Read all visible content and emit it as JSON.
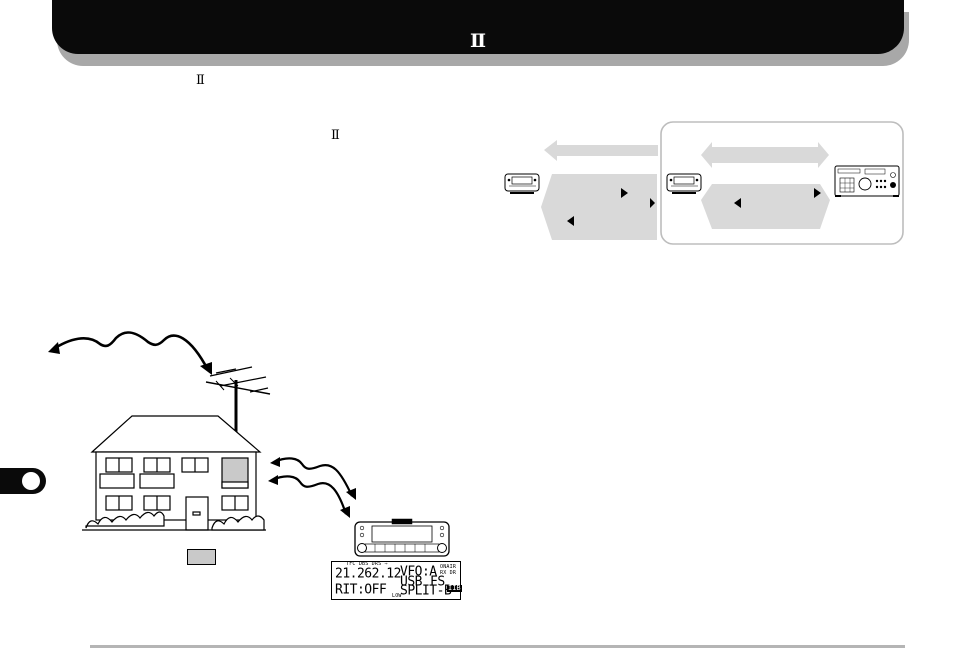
{
  "header": {
    "title": "Ⅱ"
  },
  "body_markers": {
    "marker_1": "Ⅱ",
    "marker_2": "Ⅱ"
  },
  "lcd": {
    "top_annotation": "TFC  DBS  DRS  ⇒",
    "frequency": "21.262.12",
    "vfo": "VFO:A",
    "onair": "ONAIR",
    "rx_dr": "RX  DR",
    "mode": "USB",
    "fs": "FS",
    "rit": "RIT:OFF",
    "split": "SPLIT-B",
    "band": "IIB",
    "bottom_annotation": "LOW"
  },
  "colors": {
    "header_bg": "#0a0a0a",
    "header_shadow": "#a8a8a8",
    "arrow_fill": "#d9d9d9",
    "panel_border": "#bdbdbd",
    "footer_line": "#b5b5b5"
  }
}
